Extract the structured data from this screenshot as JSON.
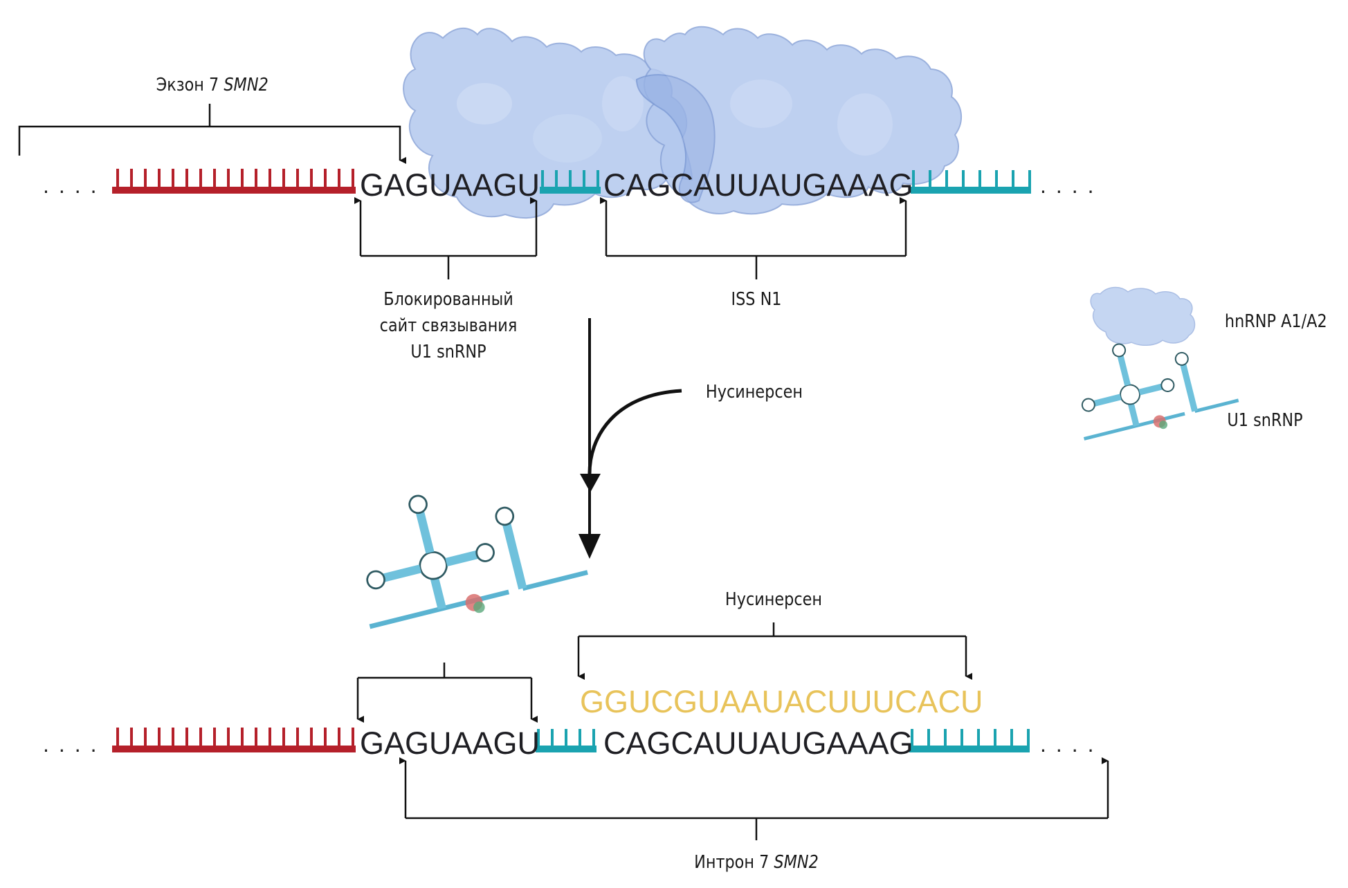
{
  "figure": {
    "top_panel": {
      "exon_label": "Экзон 7",
      "exon_gene": "SMN2",
      "ellipsis_left": "....",
      "ellipsis_right": "....",
      "seq_splice_site": "GAGUAAGU",
      "seq_iss": "CAGCAUUAUGAAAG",
      "blocked_site_label": [
        "Блокированный",
        "сайт связывания",
        "U1 snRNP"
      ],
      "iss_label": "ISS N1"
    },
    "transition": {
      "drug_label": "Нусинерсен"
    },
    "bottom_panel": {
      "drug_label": "Нусинерсен",
      "antisense_seq": "GGUCGUAAUACUUUCACU",
      "seq_splice_site": "GAGUAAGU",
      "seq_iss": "CAGCAUUAUGAAAG",
      "ellipsis_left": "....",
      "ellipsis_right": "....",
      "intron_label": "Интрон 7",
      "intron_gene": "SMN2"
    },
    "legend": {
      "items": [
        {
          "icon": "protein-cloud-icon",
          "label": "hnRNP A1/A2"
        },
        {
          "icon": "snrna-structure-icon",
          "label": "U1 snRNP"
        }
      ]
    },
    "colors": {
      "exon": "#b5202a",
      "intron": "#1aa3b0",
      "antisense": "#e8c35a",
      "protein": "#a9c3ec",
      "snrna": "#6fc1dc",
      "line": "#111111"
    }
  }
}
